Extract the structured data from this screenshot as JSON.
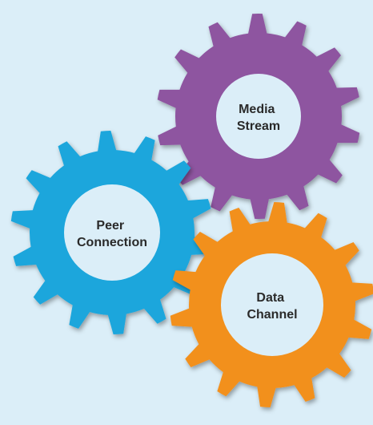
{
  "gears": [
    {
      "id": "media-stream",
      "label_lines": [
        "Media",
        "Stream"
      ],
      "color": "#8e54a0"
    },
    {
      "id": "peer-connection",
      "label_lines": [
        "Peer",
        "Connection"
      ],
      "color": "#1ea6dc"
    },
    {
      "id": "data-channel",
      "label_lines": [
        "Data",
        "Channel"
      ],
      "color": "#f2901f"
    }
  ],
  "colors": {
    "background": "#dbeef8",
    "hub": "#dbeef8",
    "text": "#2a2a2a"
  }
}
